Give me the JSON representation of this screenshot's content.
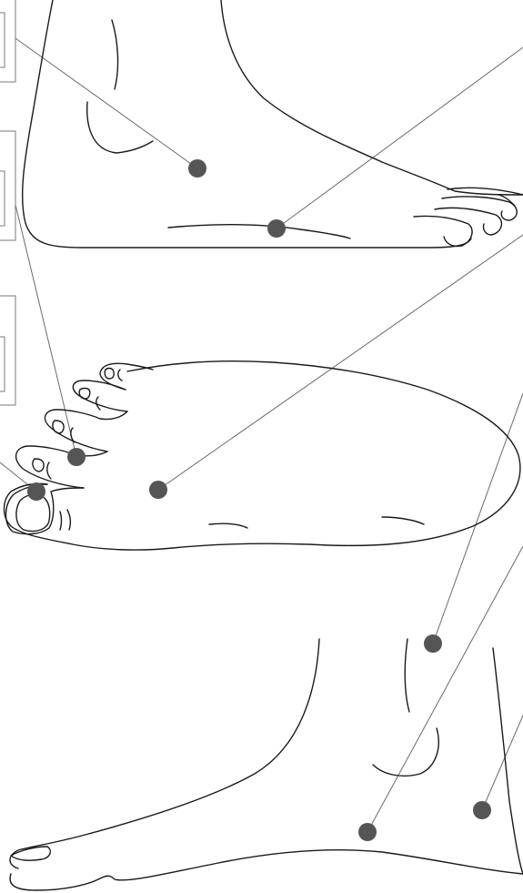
{
  "colors": {
    "marker": "#555555",
    "outline": "#1a1a1a",
    "leader": "#6a6a6a",
    "label_box_border": "#7a7a7a",
    "background": "#ffffff"
  },
  "views": [
    {
      "view": "foot-medial-side"
    },
    {
      "view": "foot-sole"
    },
    {
      "view": "foot-lateral-side"
    }
  ],
  "points": [
    {
      "name": "point-instep"
    },
    {
      "name": "point-medial-arch"
    },
    {
      "name": "point-second-toe"
    },
    {
      "name": "point-big-toe"
    },
    {
      "name": "point-sole-center"
    },
    {
      "name": "point-lateral-ankle"
    },
    {
      "name": "point-lateral-heel"
    },
    {
      "name": "point-lateral-midfoot"
    }
  ]
}
